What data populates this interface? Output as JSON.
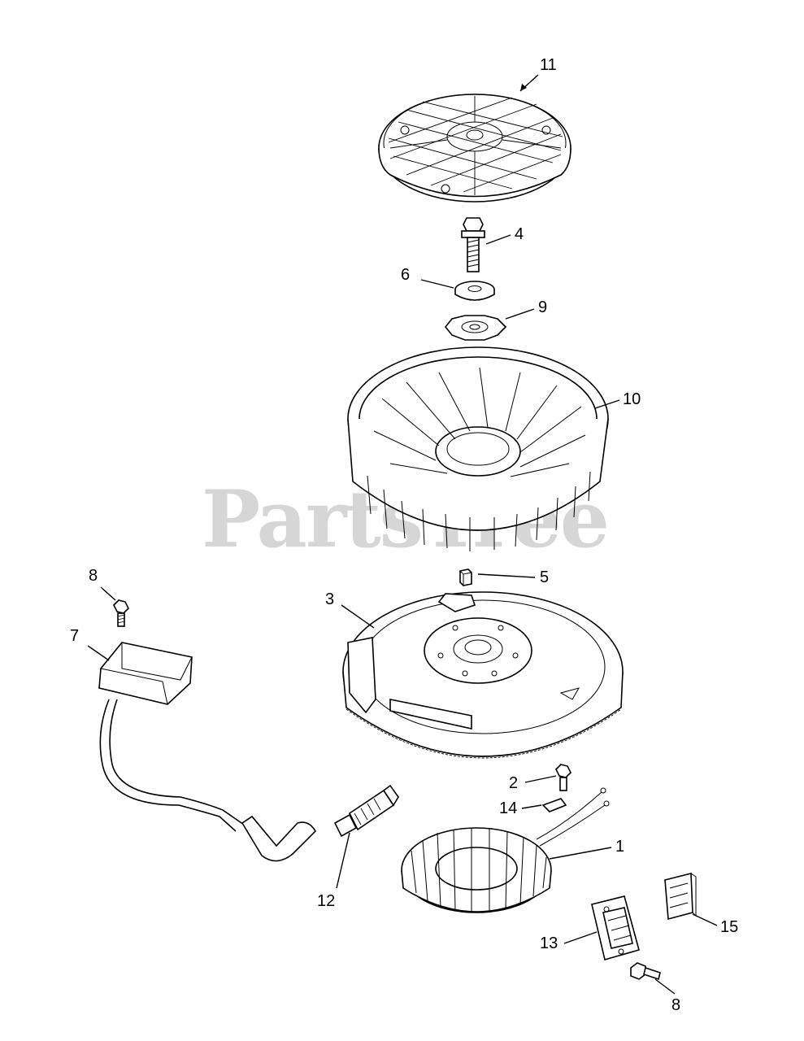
{
  "watermark": "PartsTree",
  "callouts": {
    "p1": "1",
    "p2": "2",
    "p3": "3",
    "p4": "4",
    "p5": "5",
    "p6": "6",
    "p7": "7",
    "p8a": "8",
    "p8b": "8",
    "p9": "9",
    "p10": "10",
    "p11": "11",
    "p12": "12",
    "p13": "13",
    "p14": "14",
    "p15": "15"
  }
}
